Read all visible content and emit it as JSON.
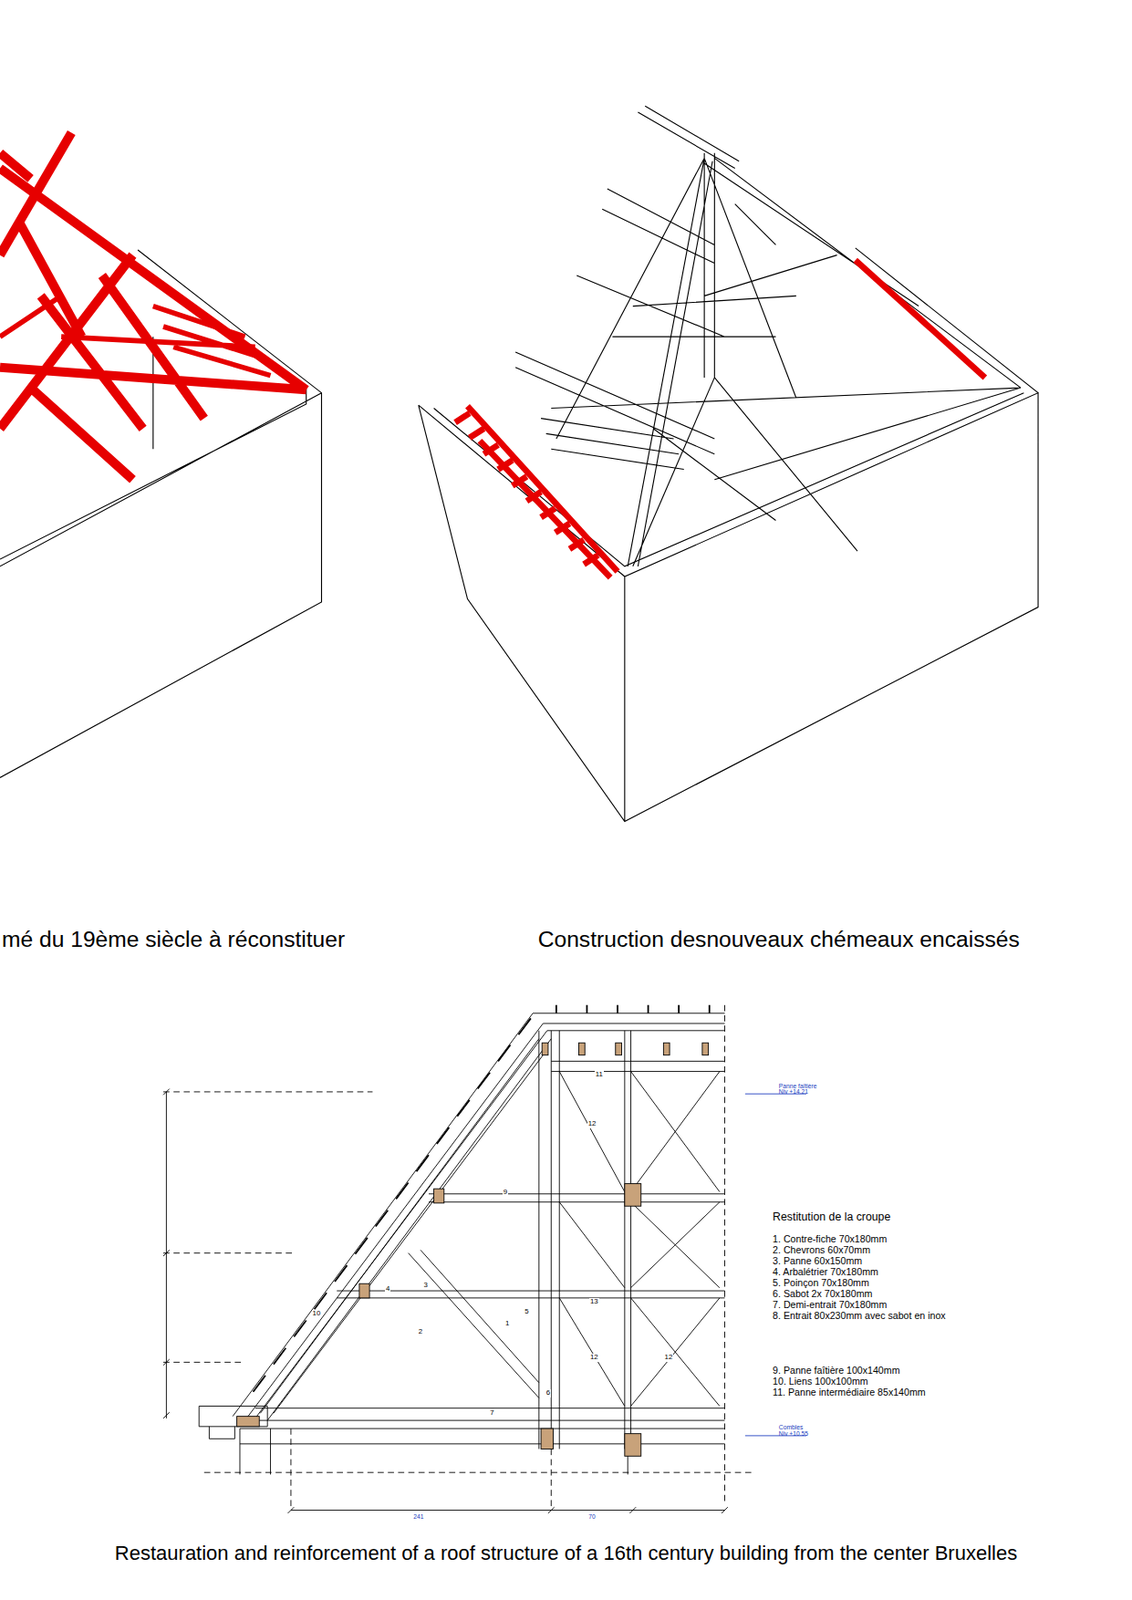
{
  "diagram": {
    "caption": "Restauration and reinforcement of a roof structure of a 16th century building from the center Bruxelles",
    "labels": [
      "mé du 19ème siècle à réconstituer",
      "Construction desnouveaux chémeaux encaissés",
      "11",
      "12",
      "9",
      "4",
      "3",
      "10",
      "2",
      "1",
      "5",
      "13",
      "12",
      "12",
      "6",
      "7",
      "Restitution de la croupe",
      "1. Contre-fiche 70x180mm",
      "2. Chevrons 60x70mm",
      "3. Panne 60x150mm",
      "4. Arbalétrier 70x180mm",
      "5. Poinçon 70x180mm",
      "6. Sabot 2x 70x180mm",
      "7. Demi-entrait 70x180mm",
      "8. Entrait 80x230mm avec sabot en inox",
      "9. Panne faîtière 100x140mm",
      "10. Liens 100x100mm",
      "11. Panne intermédiaire 85x140mm",
      "Panne faîtière",
      "Niv +14.21",
      "Combles",
      "Niv +10.55",
      "241",
      "70"
    ]
  }
}
